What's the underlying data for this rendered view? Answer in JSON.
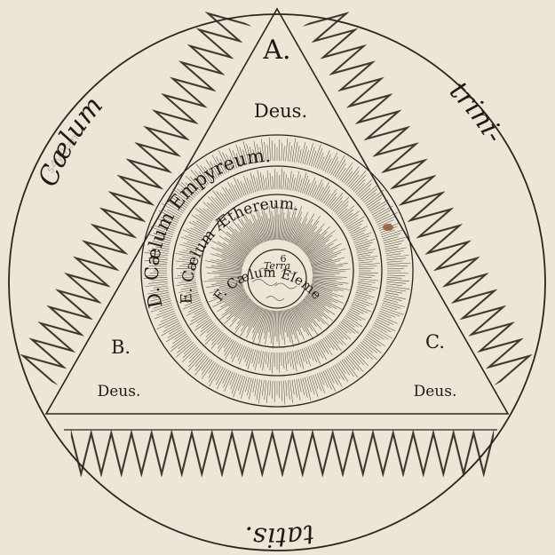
{
  "labels": {
    "a": "A.",
    "b": "B.",
    "c": "C.",
    "deus_top": "Deus.",
    "deus_left": "Deus.",
    "deus_right": "Deus.",
    "caelum_left": "Cælum",
    "trini": "trini-",
    "tatis": "tatis.",
    "ring_d": "D. Cælum Empyreum.",
    "ring_e": "E. Cælum Æthereum.",
    "ring_f": "F. Cælum Elementare.",
    "terra": "Terra",
    "terra_num": "6",
    "pencil_note": "s4y/ham"
  },
  "colors": {
    "paper": "#ece6d6",
    "ink": "#2b241c",
    "stain": "#8a4a25"
  }
}
